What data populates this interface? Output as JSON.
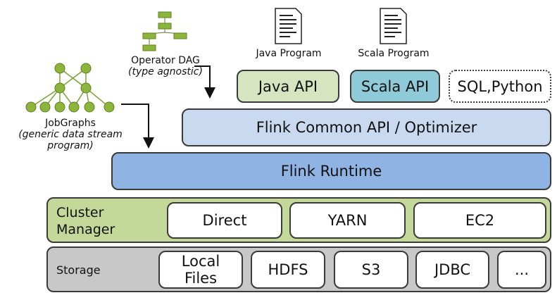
{
  "programs": {
    "java_label": "Java Program",
    "scala_label": "Scala Program"
  },
  "operator_dag": {
    "title": "Operator DAG",
    "subtitle": "(type agnostic)"
  },
  "jobgraphs": {
    "title": "JobGraphs",
    "subtitle_line1": "(generic data stream",
    "subtitle_line2": "program)"
  },
  "apis": {
    "java": "Java API",
    "scala": "Scala API",
    "sql_python": "SQL,Python"
  },
  "common_api": "Flink Common API / Optimizer",
  "runtime": "Flink Runtime",
  "cluster_manager": {
    "title_line1": "Cluster",
    "title_line2": "Manager",
    "items": [
      "Direct",
      "YARN",
      "EC2"
    ]
  },
  "storage": {
    "title": "Storage",
    "local_line1": "Local",
    "local_line2": "Files",
    "items": [
      "HDFS",
      "S3",
      "JDBC",
      "..."
    ]
  },
  "colors": {
    "api_java": "#d6e4c0",
    "api_scala": "#8fcad9",
    "common_api": "#c8d9f0",
    "runtime": "#8fb3e3",
    "cluster": "#c4d89a",
    "storage": "#c8c8c8",
    "graph_node": "#8db53c"
  }
}
